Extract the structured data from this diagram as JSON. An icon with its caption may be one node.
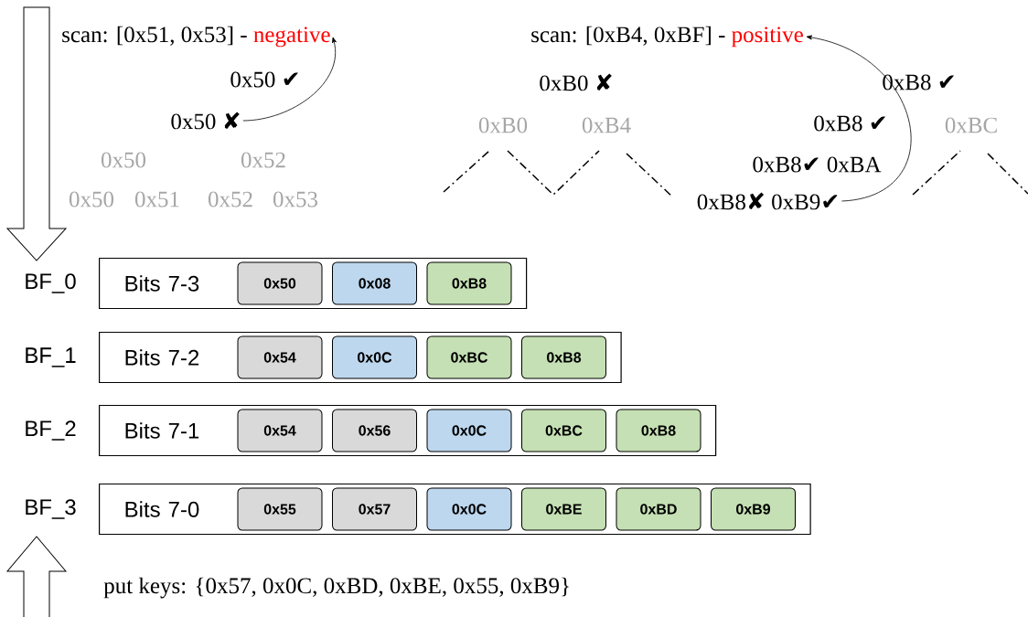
{
  "diagram": {
    "nodes": [
      {
        "text": [
          "scan: [0x51, 0x53] -",
          "negative"
        ]
      },
      {
        "text": [
          "0x50 ✔"
        ]
      },
      {
        "text": [
          "0x50 ✘"
        ]
      },
      {
        "text": [
          "scan: [0xB4, 0xBF] -",
          "positive"
        ]
      },
      {
        "text": [
          "0xB8✘ 0xB9✔"
        ]
      },
      {
        "text": [
          "Bits 7-3"
        ],
        "beside": [
          "BF_0"
        ]
      },
      {
        "text": [
          "0x50"
        ],
        "in": 5
      },
      {
        "text": [
          "0x08"
        ],
        "in": 5
      },
      {
        "text": [
          "0xB8"
        ],
        "in": 5
      },
      {
        "text": [
          "Bits 7-2"
        ],
        "beside": [
          "BF_1"
        ]
      },
      {
        "text": [
          "0x54"
        ],
        "in": 9
      },
      {
        "text": [
          "0x0C"
        ],
        "in": 9
      },
      {
        "text": [
          "0xBC"
        ],
        "in": 9
      },
      {
        "text": [
          "0xB8"
        ],
        "in": 9
      },
      {
        "text": [
          "Bits 7-1"
        ],
        "beside": [
          "BF_2"
        ]
      },
      {
        "text": [
          "0x54"
        ],
        "in": 14
      },
      {
        "text": [
          "0x56"
        ],
        "in": 14
      },
      {
        "text": [
          "0x0C"
        ],
        "in": 14
      },
      {
        "text": [
          "0xBC"
        ],
        "in": 14
      },
      {
        "text": [
          "0xB8"
        ],
        "in": 14
      },
      {
        "text": [
          "Bits 7-0"
        ],
        "beside": [
          "BF_3"
        ]
      },
      {
        "text": [
          "0x55"
        ],
        "in": 20
      },
      {
        "text": [
          "0x57"
        ],
        "in": 20
      },
      {
        "text": [
          "0x0C"
        ],
        "in": 20
      },
      {
        "text": [
          "0xBE"
        ],
        "in": 20
      },
      {
        "text": [
          "0xBD"
        ],
        "in": 20
      },
      {
        "text": [
          "0xB9"
        ],
        "in": 20
      }
    ],
    "edges": [
      {
        "from": 2,
        "to": 0,
        "arrow": "to"
      },
      {
        "from": 4,
        "to": 3,
        "arrow": "to"
      }
    ],
    "labels": [
      "0x50",
      "0x52",
      "0x50",
      "0x51",
      "0x52",
      "0x53",
      "0xB0 ✘",
      "0xB8 ✔",
      "0xB0",
      "0xB4",
      "0xB8 ✔",
      "0xBC",
      "0xB8✔ 0xBA",
      "put keys: {0x57, 0x0C, 0xBD, 0xBE, 0x55, 0xB9}"
    ]
  }
}
